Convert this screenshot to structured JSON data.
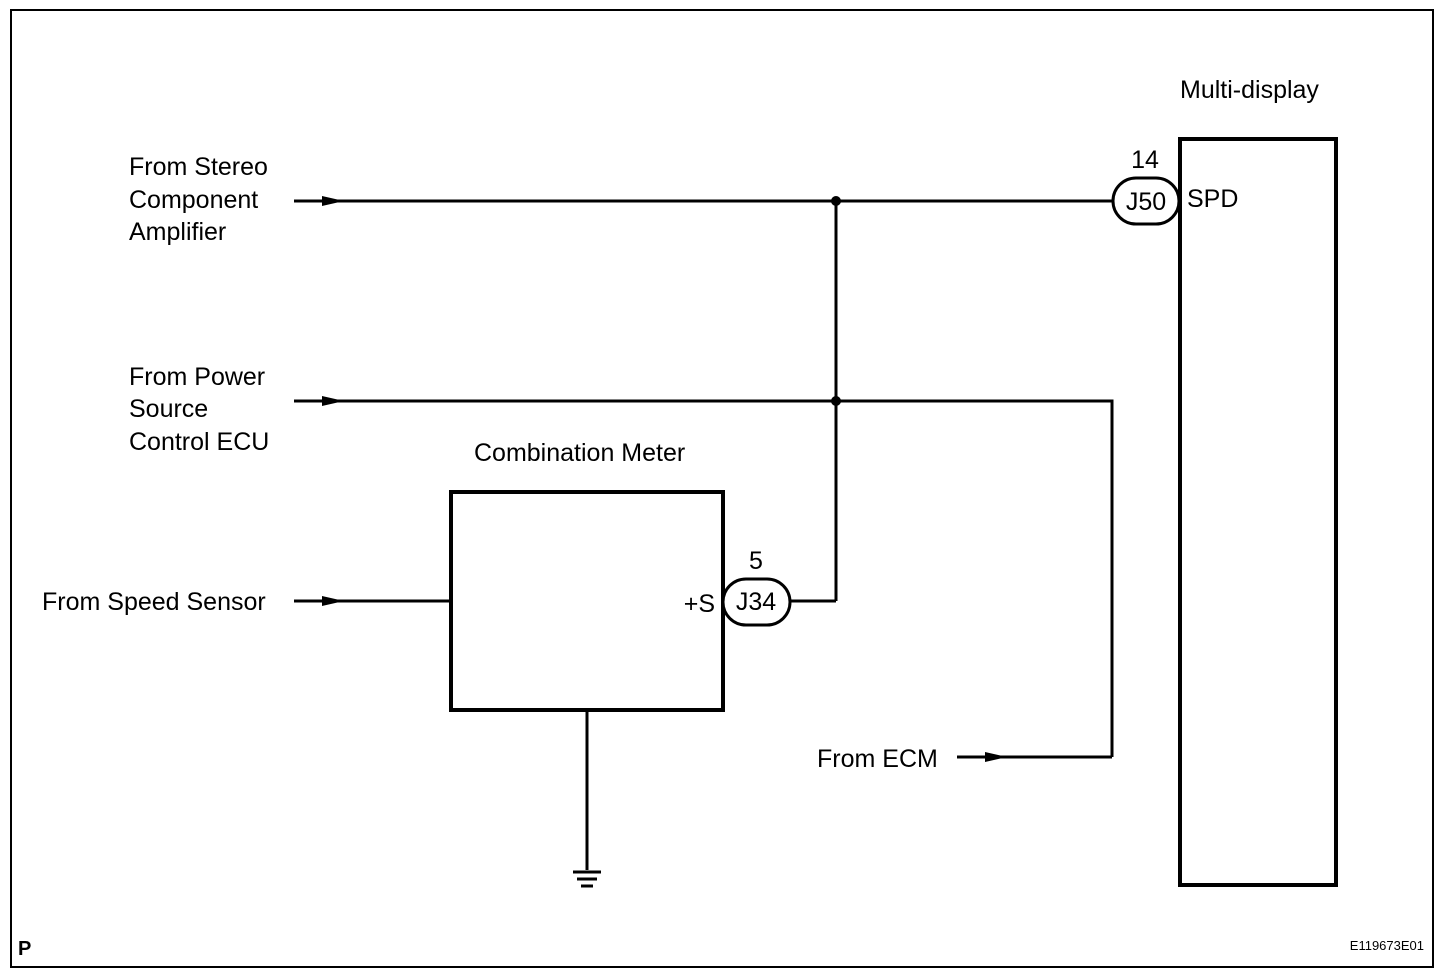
{
  "sources": {
    "stereo": [
      "From Stereo",
      "Component",
      "Amplifier"
    ],
    "power": [
      "From Power",
      "Source",
      "Control ECU"
    ],
    "speed_sensor": "From Speed Sensor",
    "ecm": "From ECM"
  },
  "components": {
    "multi_display": "Multi-display",
    "combination_meter": "Combination Meter"
  },
  "connectors": {
    "j50": {
      "code": "J50",
      "pin": "14",
      "terminal": "SPD"
    },
    "j34": {
      "code": "J34",
      "pin": "5",
      "terminal": "+S"
    }
  },
  "footer": {
    "corner_mark": "P",
    "figure_code": "E119673E01"
  }
}
